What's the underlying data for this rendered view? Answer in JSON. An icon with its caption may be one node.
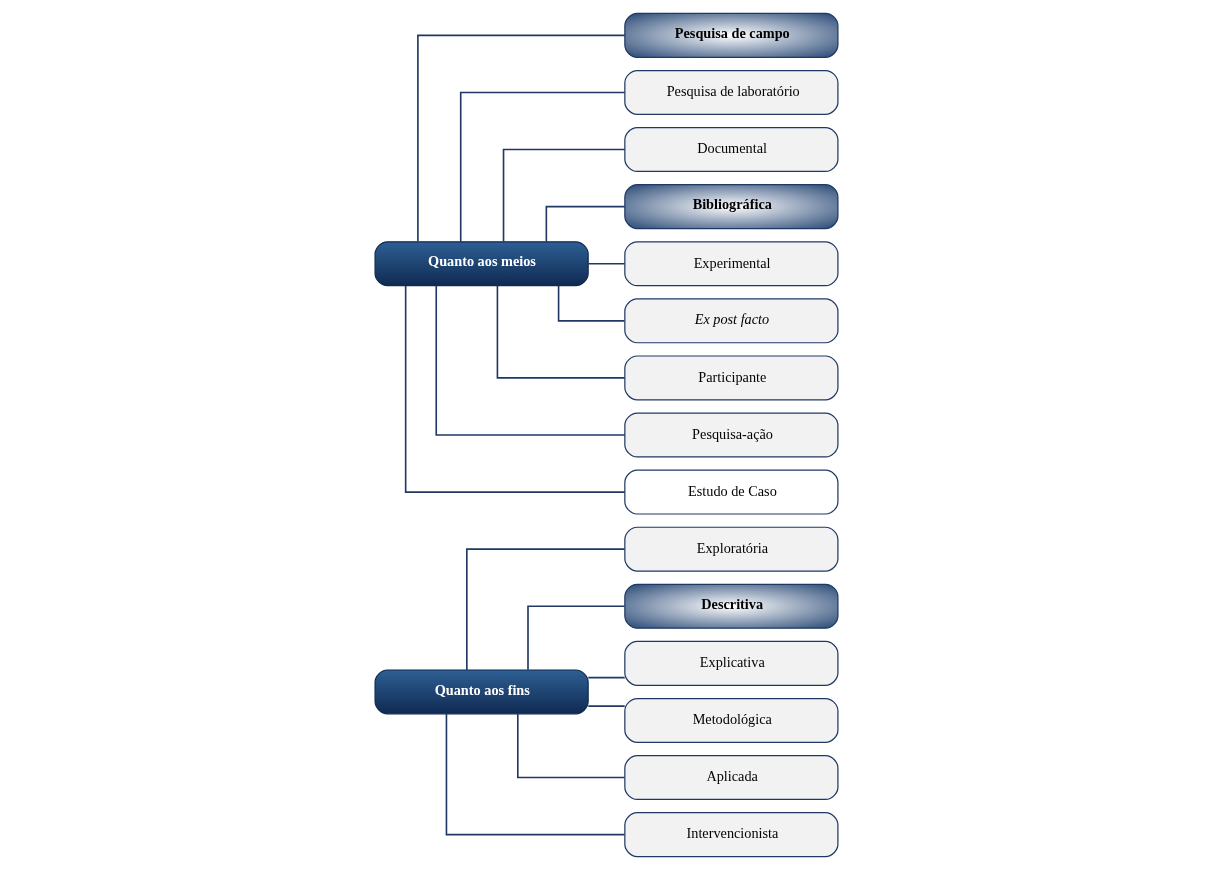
{
  "diagram": {
    "nodes": [
      {
        "text": [
          "Quanto aos fins"
        ]
      },
      {
        "text": [
          "Exploratória"
        ]
      },
      {
        "text": [
          "Descritiva"
        ]
      },
      {
        "text": [
          "Explicativa"
        ]
      },
      {
        "text": [
          "Metodológica"
        ]
      },
      {
        "text": [
          "Aplicada"
        ]
      },
      {
        "text": [
          "Intervencionista"
        ]
      },
      {
        "text": [
          "Quanto aos meios"
        ]
      },
      {
        "text": [
          "Pesquisa de campo"
        ]
      },
      {
        "text": [
          "Pesquisa de laboratório"
        ]
      },
      {
        "text": [
          "Documental"
        ]
      },
      {
        "text": [
          "Bibliográfica"
        ]
      },
      {
        "text": [
          "Experimental"
        ]
      },
      {
        "text": [
          "Ex post facto"
        ]
      },
      {
        "text": [
          "Participante"
        ]
      },
      {
        "text": [
          "Pesquisa-ação"
        ]
      },
      {
        "text": [
          "Estudo de Caso"
        ]
      }
    ],
    "edges": [
      {
        "from": 0,
        "to": 1,
        "arrow": "none"
      },
      {
        "from": 0,
        "to": 2,
        "arrow": "none"
      },
      {
        "from": 0,
        "to": 3,
        "arrow": "none"
      },
      {
        "from": 0,
        "to": 4,
        "arrow": "none"
      },
      {
        "from": 0,
        "to": 5,
        "arrow": "none"
      },
      {
        "from": 0,
        "to": 6,
        "arrow": "none"
      },
      {
        "from": 7,
        "to": 8,
        "arrow": "none"
      },
      {
        "from": 7,
        "to": 9,
        "arrow": "none"
      },
      {
        "from": 7,
        "to": 10,
        "arrow": "none"
      },
      {
        "from": 7,
        "to": 11,
        "arrow": "none"
      },
      {
        "from": 7,
        "to": 12,
        "arrow": "none"
      },
      {
        "from": 7,
        "to": 13,
        "arrow": "none"
      },
      {
        "from": 7,
        "to": 14,
        "arrow": "none"
      },
      {
        "from": 7,
        "to": 15,
        "arrow": "none"
      },
      {
        "from": 7,
        "to": 16,
        "arrow": "none"
      }
    ]
  }
}
